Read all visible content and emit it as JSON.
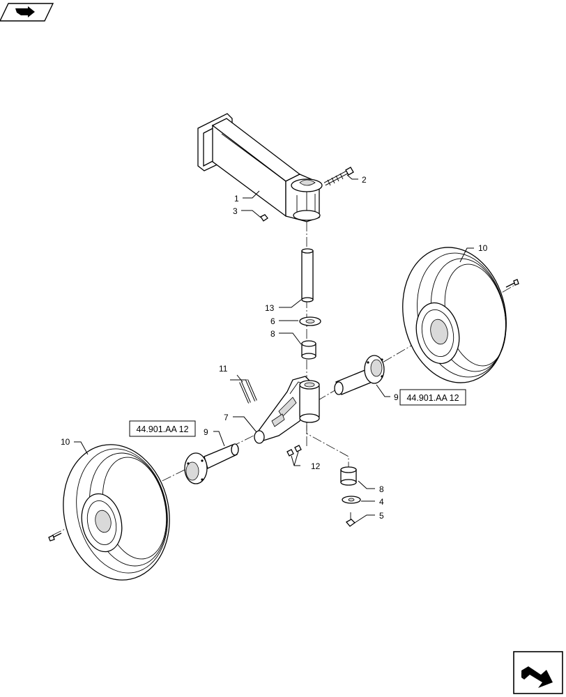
{
  "labels": {
    "l1": "1",
    "l2": "2",
    "l3": "3",
    "l4": "4",
    "l5": "5",
    "l6": "6",
    "l7": "7",
    "l8a": "8",
    "l8b": "8",
    "l9a": "9",
    "l9b": "9",
    "l10a": "10",
    "l10b": "10",
    "l11": "11",
    "l12": "12",
    "l13": "13"
  },
  "references": {
    "right_hub": "44.901.AA 12",
    "left_hub": "44.901.AA 12"
  },
  "icons": {
    "top_left": "page-arrow-icon",
    "bottom_right": "next-page-arrow-icon"
  }
}
